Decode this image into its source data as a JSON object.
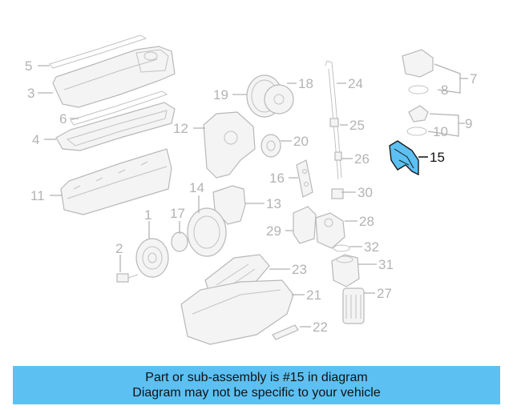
{
  "callouts": {
    "c1": "1",
    "c2": "2",
    "c3": "3",
    "c4": "4",
    "c5": "5",
    "c6": "6",
    "c7": "7",
    "c8": "8",
    "c9": "9",
    "c10": "10",
    "c11": "11",
    "c12": "12",
    "c13": "13",
    "c14": "14",
    "c15": "15",
    "c16": "16",
    "c17": "17",
    "c18": "18",
    "c19": "19",
    "c20": "20",
    "c21": "21",
    "c22": "22",
    "c23": "23",
    "c24": "24",
    "c25": "25",
    "c26": "26",
    "c27": "27",
    "c28": "28",
    "c29": "29",
    "c30": "30",
    "c31": "31",
    "c32": "32"
  },
  "highlighted_part": "15",
  "colors": {
    "highlight_fill": "#5cc0f2",
    "banner_background": "#5cc0f2",
    "part_outline": "#b8b8b8"
  },
  "banner": {
    "line1": "Part or sub-assembly is #15 in diagram",
    "line2": "Diagram may not be specific to your vehicle"
  }
}
